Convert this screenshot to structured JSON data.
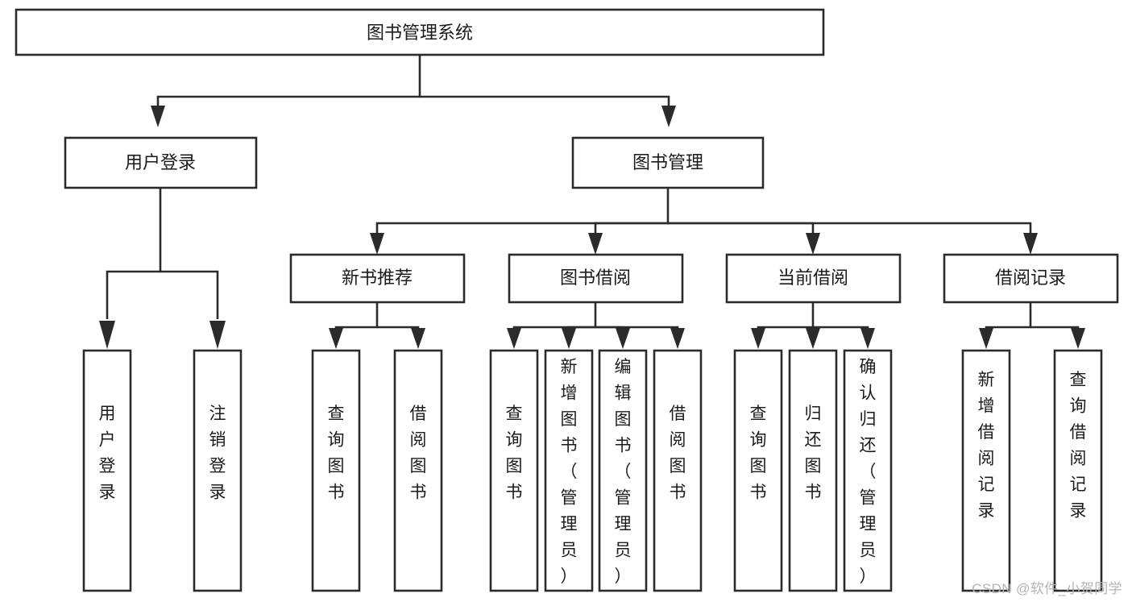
{
  "diagram": {
    "type": "tree-hierarchy",
    "orientation": "top-down",
    "root": {
      "id": "root",
      "label": "图书管理系统"
    },
    "level2": [
      {
        "id": "user-login",
        "label": "用户登录"
      },
      {
        "id": "book-management",
        "label": "图书管理"
      }
    ],
    "level3": [
      {
        "id": "new-book-recommend",
        "label": "新书推荐",
        "parent": "book-management"
      },
      {
        "id": "book-borrow",
        "label": "图书借阅",
        "parent": "book-management"
      },
      {
        "id": "current-borrow",
        "label": "当前借阅",
        "parent": "book-management"
      },
      {
        "id": "borrow-record",
        "label": "借阅记录",
        "parent": "book-management"
      }
    ],
    "leaves": [
      {
        "id": "leaf-user-login",
        "label": "用户登录",
        "parent": "user-login"
      },
      {
        "id": "leaf-logout-login",
        "label": "注销登录",
        "parent": "user-login"
      },
      {
        "id": "leaf-query-book-1",
        "label": "查询图书",
        "parent": "new-book-recommend"
      },
      {
        "id": "leaf-borrow-book-1",
        "label": "借阅图书",
        "parent": "new-book-recommend"
      },
      {
        "id": "leaf-query-book-2",
        "label": "查询图书",
        "parent": "book-borrow"
      },
      {
        "id": "leaf-add-book",
        "label": "新增图书（管理员）",
        "parent": "book-borrow"
      },
      {
        "id": "leaf-edit-book",
        "label": "编辑图书（管理员）",
        "parent": "book-borrow"
      },
      {
        "id": "leaf-borrow-book-2",
        "label": "借阅图书",
        "parent": "book-borrow"
      },
      {
        "id": "leaf-query-book-3",
        "label": "查询图书",
        "parent": "current-borrow"
      },
      {
        "id": "leaf-return-book",
        "label": "归还图书",
        "parent": "current-borrow"
      },
      {
        "id": "leaf-confirm-return",
        "label": "确认归还（管理员）",
        "parent": "current-borrow"
      },
      {
        "id": "leaf-add-borrow-record",
        "label": "新增借阅记录",
        "parent": "borrow-record"
      },
      {
        "id": "leaf-query-borrow-record",
        "label": "查询借阅记录",
        "parent": "borrow-record"
      }
    ],
    "colors": {
      "box_stroke": "#2b2b2b",
      "box_fill": "#ffffff",
      "connector": "#2b2b2b",
      "text": "#1b1b1b",
      "background": "#ffffff",
      "watermark": "#b4b4b4"
    }
  },
  "watermark": {
    "text": "CSDN @软件_小贺同学"
  }
}
